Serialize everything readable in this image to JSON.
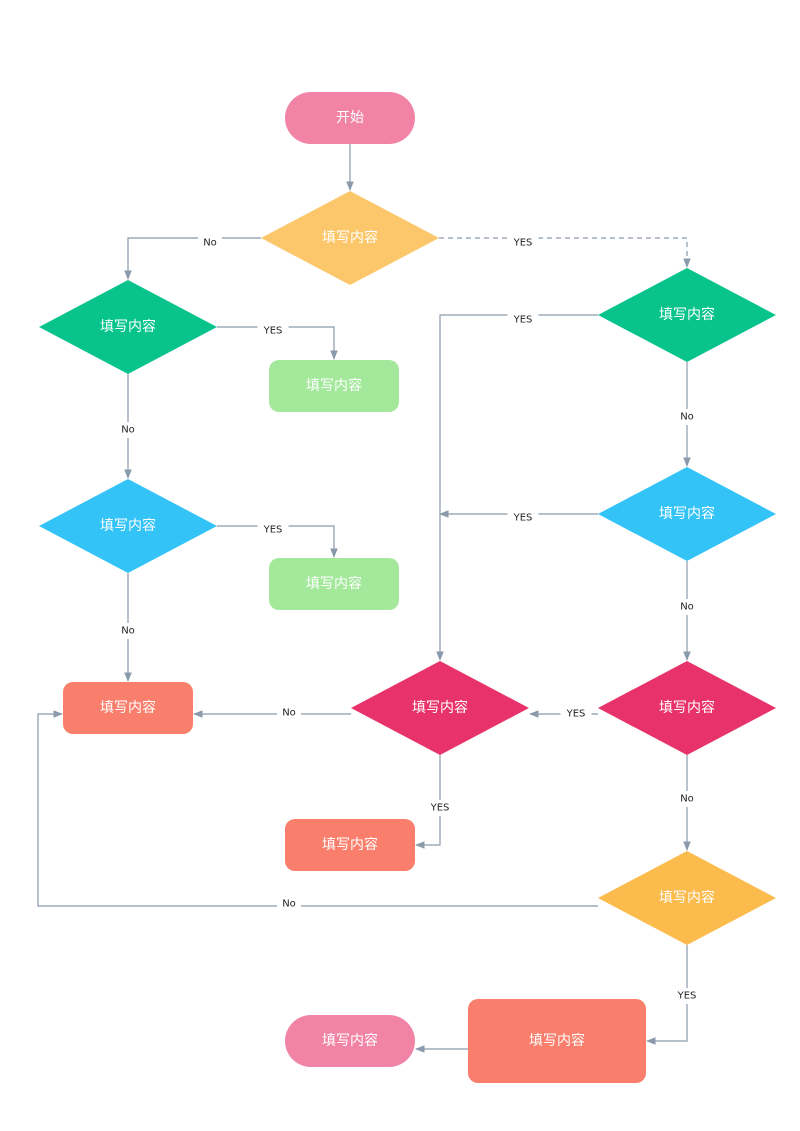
{
  "colors": {
    "pink": "#f184a6",
    "orange_yellow": "#fcc76a",
    "green": "#08c48c",
    "light_green": "#a3e89b",
    "sky_blue": "#33c3f7",
    "salmon": "#f97e6c",
    "crimson": "#e8326b",
    "amber": "#fbbb4d",
    "edge": "#8a9aab"
  },
  "nodes": {
    "start": {
      "label": "开始",
      "shape": "terminal",
      "color": "pink"
    },
    "d_top": {
      "label": "填写内容",
      "shape": "decision",
      "color": "orange_yellow"
    },
    "d_left1": {
      "label": "填写内容",
      "shape": "decision",
      "color": "green"
    },
    "p_left1": {
      "label": "填写内容",
      "shape": "process",
      "color": "light_green"
    },
    "d_left2": {
      "label": "填写内容",
      "shape": "decision",
      "color": "sky_blue"
    },
    "p_left2": {
      "label": "填写内容",
      "shape": "process",
      "color": "light_green"
    },
    "p_left3": {
      "label": "填写内容",
      "shape": "process",
      "color": "salmon"
    },
    "d_right1": {
      "label": "填写内容",
      "shape": "decision",
      "color": "green"
    },
    "d_right2": {
      "label": "填写内容",
      "shape": "decision",
      "color": "sky_blue"
    },
    "d_mid": {
      "label": "填写内容",
      "shape": "decision",
      "color": "crimson"
    },
    "d_right3": {
      "label": "填写内容",
      "shape": "decision",
      "color": "crimson"
    },
    "p_mid": {
      "label": "填写内容",
      "shape": "process",
      "color": "salmon"
    },
    "d_right4": {
      "label": "填写内容",
      "shape": "decision",
      "color": "amber"
    },
    "p_bottom": {
      "label": "填写内容",
      "shape": "process",
      "color": "salmon"
    },
    "end": {
      "label": "填写内容",
      "shape": "terminal",
      "color": "pink"
    }
  },
  "edges": [
    {
      "id": "e_start_top",
      "from": "start",
      "to": "d_top",
      "label": ""
    },
    {
      "id": "e_top_left1",
      "from": "d_top",
      "to": "d_left1",
      "label": "No"
    },
    {
      "id": "e_top_right1",
      "from": "d_top",
      "to": "d_right1",
      "label": "YES",
      "style": "dashed"
    },
    {
      "id": "e_left1_p1",
      "from": "d_left1",
      "to": "p_left1",
      "label": "YES"
    },
    {
      "id": "e_left1_left2",
      "from": "d_left1",
      "to": "d_left2",
      "label": "No"
    },
    {
      "id": "e_left2_p2",
      "from": "d_left2",
      "to": "p_left2",
      "label": "YES"
    },
    {
      "id": "e_left2_p3",
      "from": "d_left2",
      "to": "p_left3",
      "label": "No"
    },
    {
      "id": "e_right1_mid",
      "from": "d_right1",
      "to": "d_mid",
      "label": "YES"
    },
    {
      "id": "e_right1_right2",
      "from": "d_right1",
      "to": "d_right2",
      "label": "No"
    },
    {
      "id": "e_right2_mid",
      "from": "d_right2",
      "to": "d_mid",
      "label": "YES"
    },
    {
      "id": "e_right2_right3",
      "from": "d_right2",
      "to": "d_right3",
      "label": "No"
    },
    {
      "id": "e_right3_mid",
      "from": "d_right3",
      "to": "d_mid",
      "label": "YES"
    },
    {
      "id": "e_mid_p3",
      "from": "d_mid",
      "to": "p_left3",
      "label": "No"
    },
    {
      "id": "e_mid_pmid",
      "from": "d_mid",
      "to": "p_mid",
      "label": "YES"
    },
    {
      "id": "e_right3_right4",
      "from": "d_right3",
      "to": "d_right4",
      "label": "No"
    },
    {
      "id": "e_right4_p3",
      "from": "d_right4",
      "to": "p_left3",
      "label": "No"
    },
    {
      "id": "e_right4_pbottom",
      "from": "d_right4",
      "to": "p_bottom",
      "label": "YES"
    },
    {
      "id": "e_pbottom_end",
      "from": "p_bottom",
      "to": "end",
      "label": ""
    }
  ]
}
